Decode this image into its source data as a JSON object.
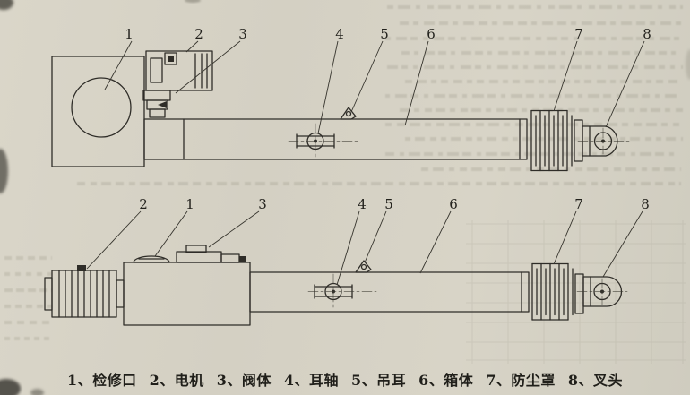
{
  "page": {
    "type": "scanned-technical-figure",
    "bg_color": "#d6d2c5",
    "ink_color": "#2f2d28"
  },
  "figures": {
    "top": {
      "view": "plan view",
      "callouts": [
        "1",
        "2",
        "3",
        "4",
        "5",
        "6",
        "7",
        "8"
      ]
    },
    "bottom": {
      "view": "side view",
      "callouts": [
        "2",
        "1",
        "3",
        "4",
        "5",
        "6",
        "7",
        "8"
      ]
    }
  },
  "caption": {
    "items": [
      "1、检修口",
      "2、电机",
      "3、阀体",
      "4、耳轴",
      "5、吊耳",
      "6、箱体",
      "7、防尘罩",
      "8、叉头"
    ]
  }
}
